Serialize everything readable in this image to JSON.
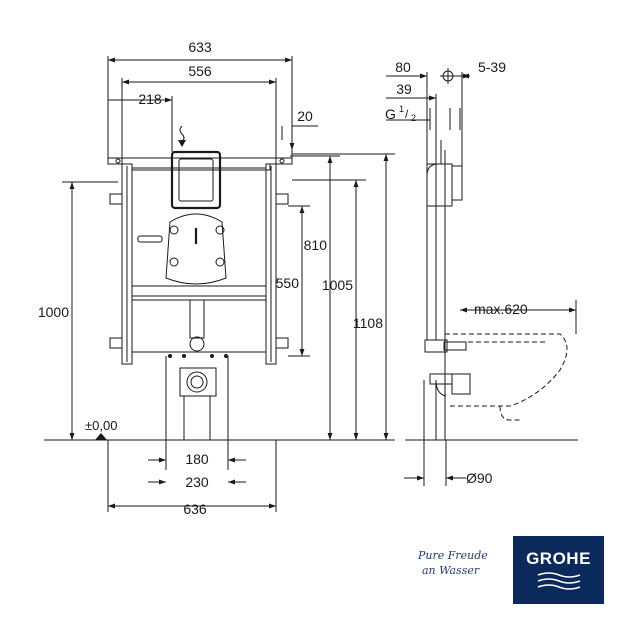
{
  "dimensions": {
    "width_outer": "633",
    "width_inner": "556",
    "offset_218": "218",
    "offset_20": "20",
    "height_810": "810",
    "height_550": "550",
    "height_1005": "1005",
    "height_1108": "1108",
    "height_1000": "1000",
    "floor_level": "±0,00",
    "spacing_180": "180",
    "spacing_230": "230",
    "width_636": "636",
    "depth_80": "80",
    "depth_39": "39",
    "adjust_range": "5-39",
    "thread_g": "G",
    "thread_num": "1",
    "thread_den": "2",
    "max_projection": "max.620",
    "pipe_diameter": "Ø90"
  },
  "brand": {
    "tagline_line1": "Pure Freude",
    "tagline_line2": "an Wasser",
    "logo_text": "GROHE",
    "logo_color": "#0a2a5c"
  }
}
